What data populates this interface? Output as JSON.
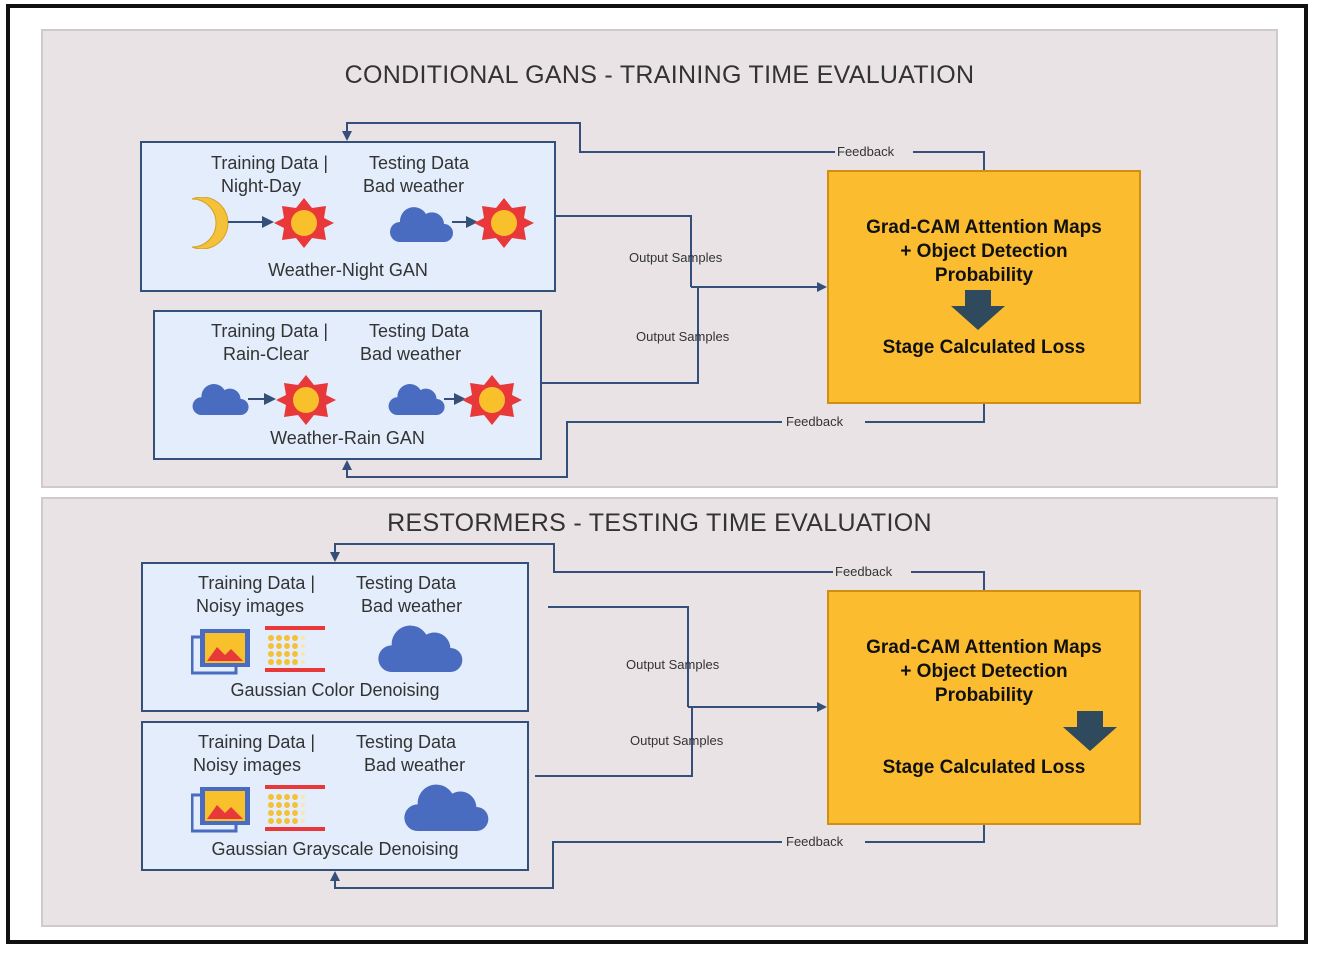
{
  "top": {
    "title": "CONDITIONAL GANS - TRAINING TIME EVALUATION",
    "box1": {
      "train_header": "Training Data |",
      "test_header": "Testing Data",
      "train_sub": "Night-Day",
      "test_sub": "Bad weather",
      "label": "Weather-Night  GAN"
    },
    "box2": {
      "train_header": "Training Data |",
      "test_header": "Testing Data",
      "train_sub": "Rain-Clear",
      "test_sub": "Bad weather",
      "label": "Weather-Rain  GAN"
    },
    "result": {
      "line1": "Grad-CAM Attention Maps",
      "line2": "+ Object  Detection",
      "line3": "Probability",
      "line4": "Stage Calculated Loss"
    },
    "feedback_top": "Feedback",
    "feedback_bottom": "Feedback",
    "output1": "Output Samples",
    "output2": "Output Samples"
  },
  "bottom": {
    "title": "RESTORMERS - TESTING TIME EVALUATION",
    "box1": {
      "train_header": "Training Data |",
      "test_header": "Testing Data",
      "train_sub": "Noisy images",
      "test_sub": "Bad weather",
      "label": "Gaussian Color Denoising"
    },
    "box2": {
      "train_header": "Training Data |",
      "test_header": "Testing Data",
      "train_sub": "Noisy images",
      "test_sub": "Bad weather",
      "label": "Gaussian Grayscale Denoising"
    },
    "result": {
      "line1": "Grad-CAM Attention Maps",
      "line2": "+ Object  Detection",
      "line3": "Probability",
      "line4": "Stage Calculated Loss"
    },
    "feedback_top": "Feedback",
    "feedback_bottom": "Feedback",
    "output1": "Output Samples",
    "output2": "Output Samples"
  },
  "colors": {
    "panel_bg": "#e9e3e5",
    "gan_bg": "#e3edfb",
    "gan_border": "#34507a",
    "result_bg": "#fbbd2f",
    "wire": "#34507a",
    "sun_outer": "#e8383a",
    "sun_inner": "#f8c12c",
    "cloud": "#4a6cc0",
    "moon": "#f3c13a",
    "down_arrow": "#2e4a5c"
  },
  "icons": [
    "moon-icon",
    "sun-icon",
    "cloud-icon",
    "right-arrow-icon",
    "image-stack-icon",
    "noise-grid-icon",
    "down-arrow-icon"
  ]
}
